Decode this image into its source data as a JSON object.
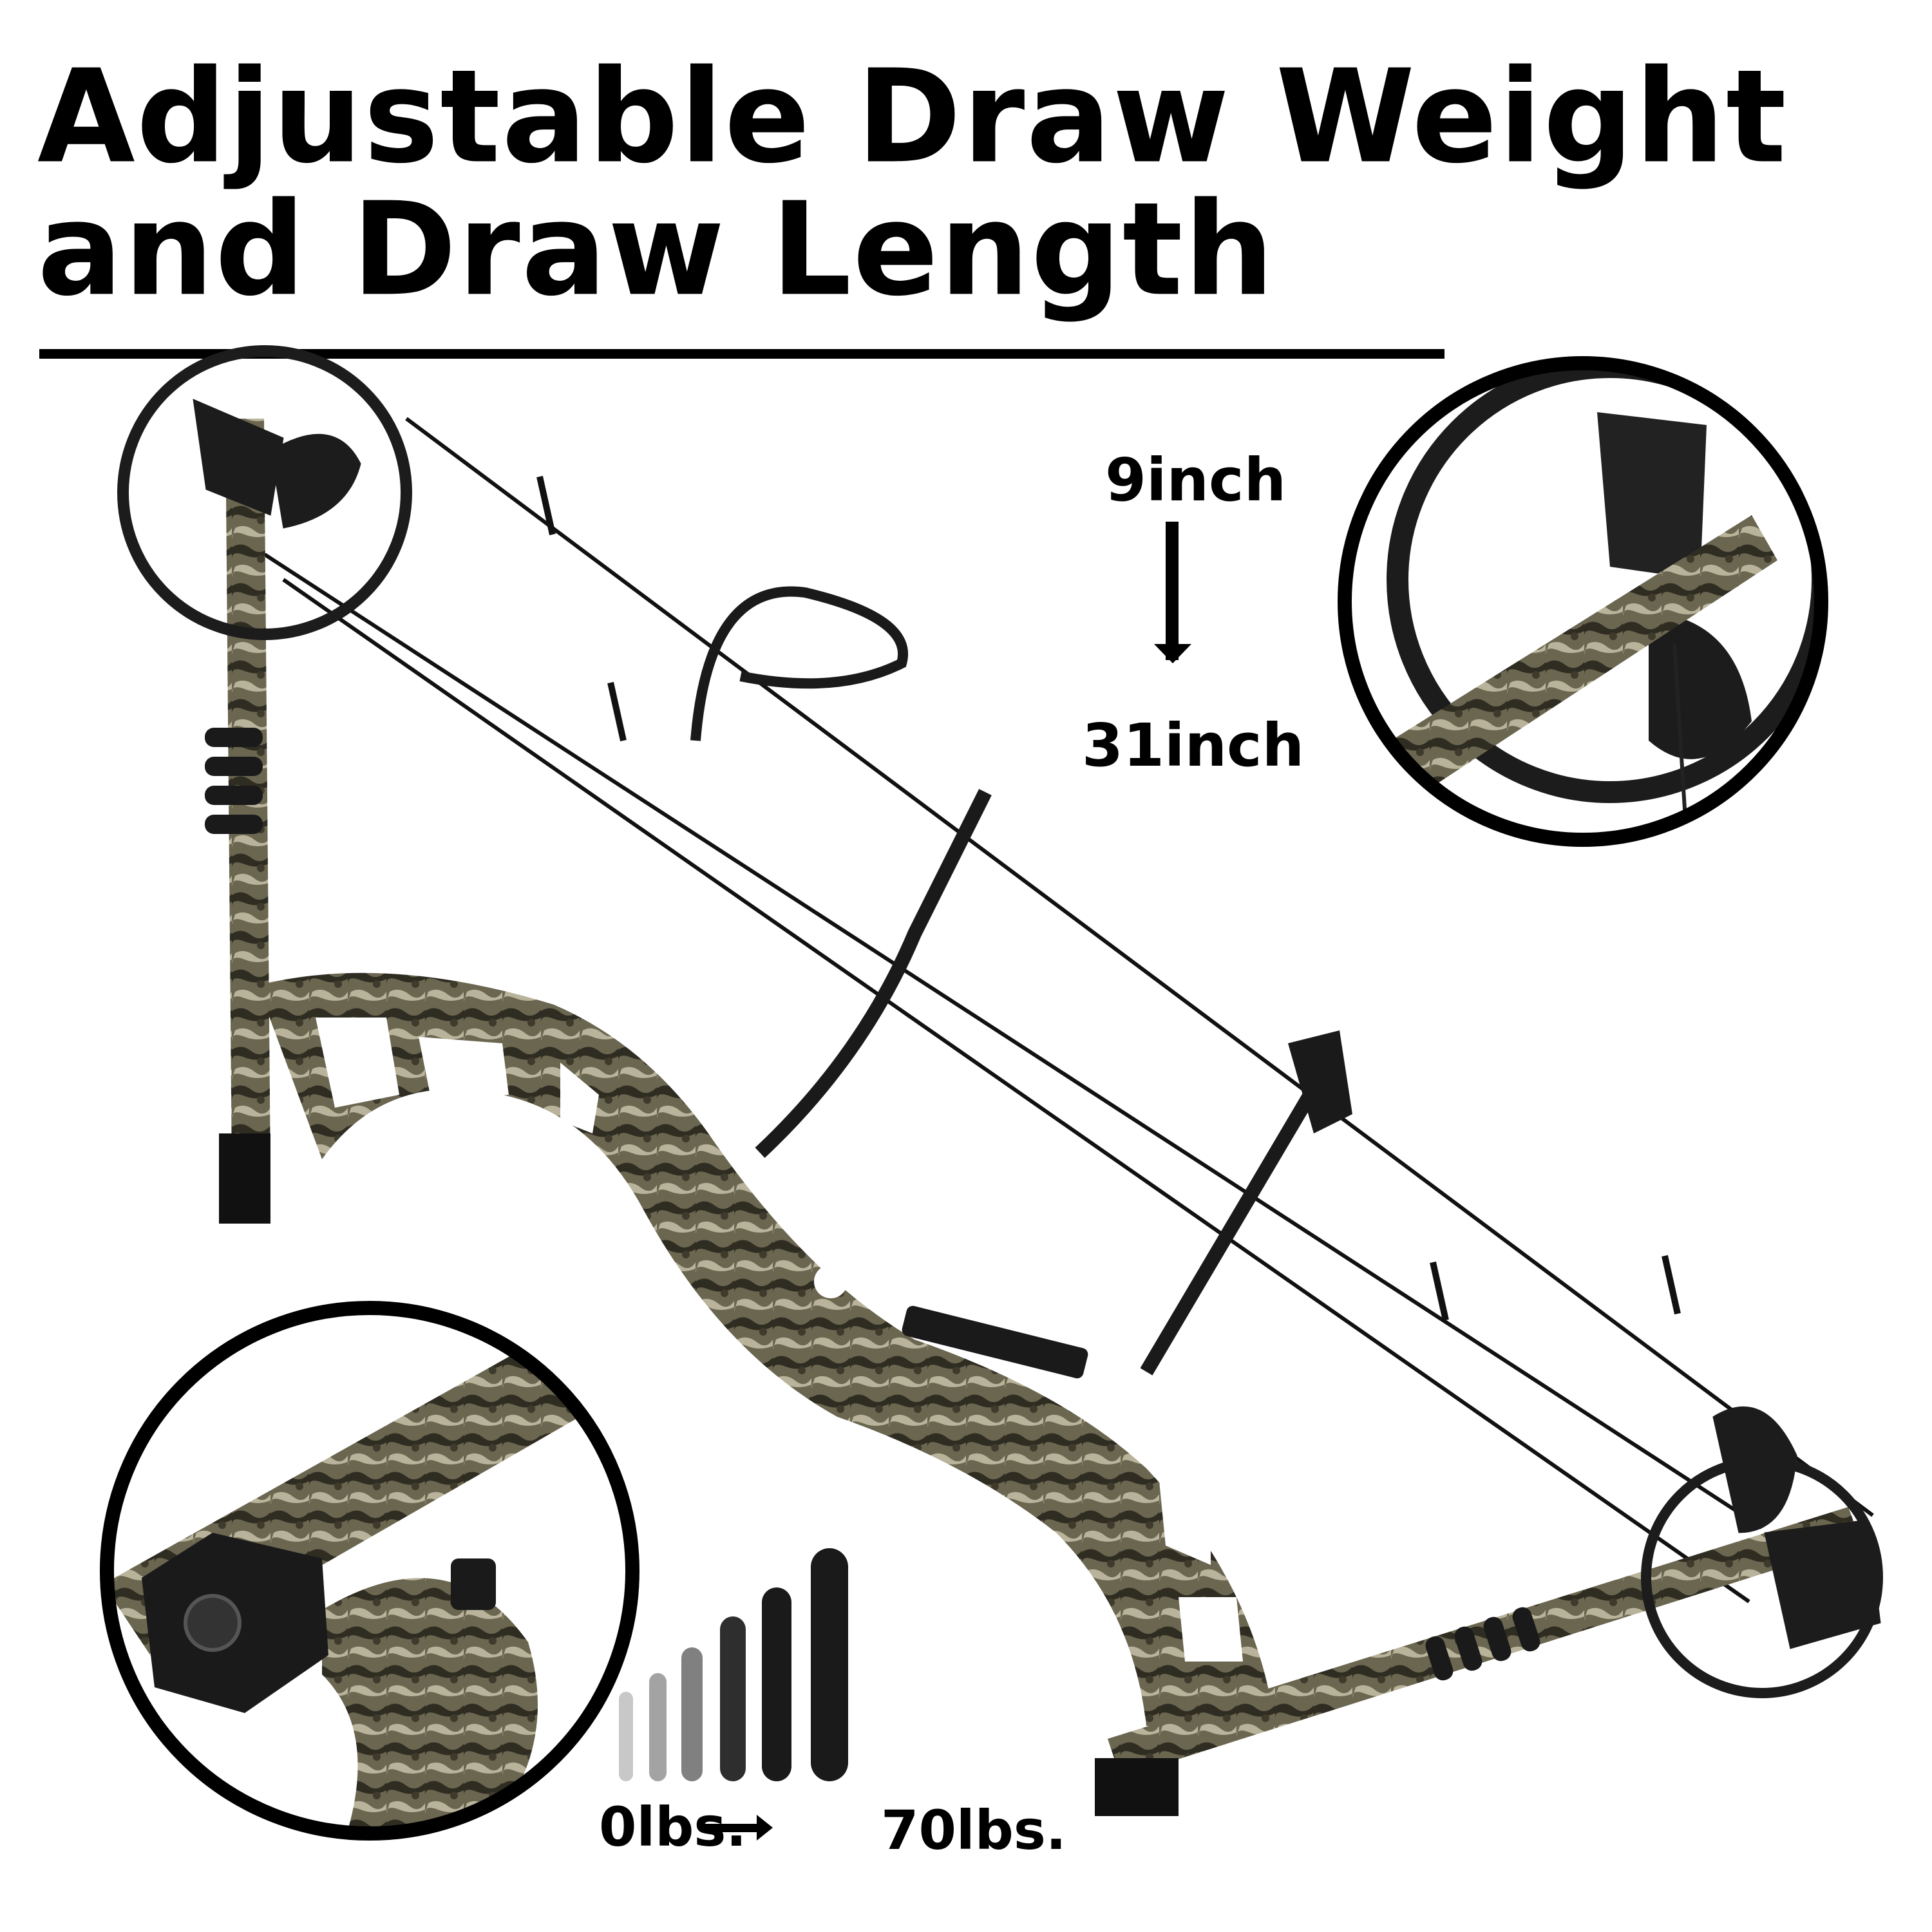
{
  "title": {
    "line1": "Adjustable Draw Weight",
    "line2": "and Draw Length"
  },
  "draw_length": {
    "min_label": "9inch",
    "max_label": "31inch",
    "icon": "arrow-down-icon"
  },
  "draw_weight": {
    "min_label": "0lbs.",
    "max_label": "70lbs.",
    "icon": "arrow-right-icon",
    "level_bar_colors": [
      "#c8c8c8",
      "#a3a3a3",
      "#808080",
      "#2e2e2e",
      "#1a1a1a",
      "#1a1a1a"
    ]
  },
  "colors": {
    "text": "#000000",
    "camo": "#6b6650",
    "cam": "#1c1c1c"
  }
}
